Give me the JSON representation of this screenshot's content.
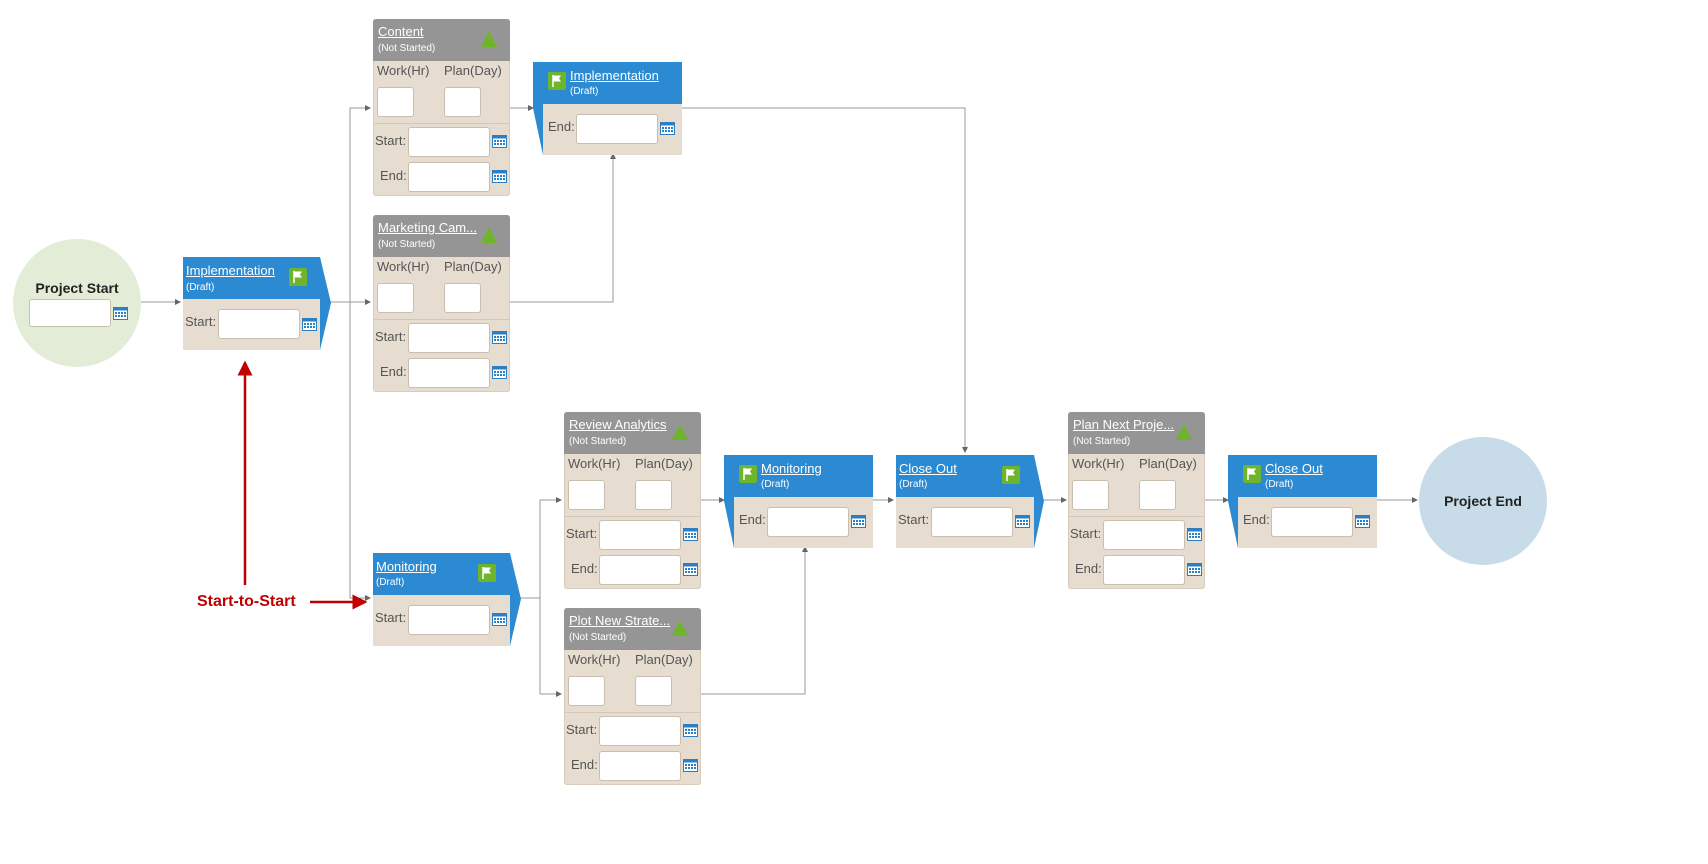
{
  "project_start": {
    "title": "Project Start"
  },
  "project_end": {
    "title": "Project End"
  },
  "labels": {
    "work": "Work(Hr)",
    "plan": "Plan(Day)",
    "start": "Start:",
    "end": "End:"
  },
  "annotation": {
    "text": "Start-to-Start"
  },
  "milestones": [
    {
      "title": "Implementation",
      "status": "(Draft)"
    },
    {
      "title": "Implementation",
      "status": "(Draft)"
    },
    {
      "title": "Monitoring",
      "status": "(Draft)"
    },
    {
      "title": "Monitoring",
      "status": "(Draft)"
    },
    {
      "title": "Close Out",
      "status": "(Draft)"
    },
    {
      "title": "Close Out",
      "status": "(Draft)"
    }
  ],
  "tasks": [
    {
      "title": "Content",
      "status": "(Not Started)"
    },
    {
      "title": "Marketing Cam...",
      "status": "(Not Started)"
    },
    {
      "title": "Review Analytics",
      "status": "(Not Started)"
    },
    {
      "title": "Plot New Strate...",
      "status": "(Not Started)"
    },
    {
      "title": "Plan Next Proje...",
      "status": "(Not Started)"
    }
  ],
  "colors": {
    "milestone_blue": "#2b8ad1",
    "task_header_gray": "#959595",
    "card_body": "#e6ddd0",
    "start_circle": "#e3ecd6",
    "end_circle": "#c7dbe8",
    "status_green": "#6fb52c",
    "annotation_red": "#c00000"
  },
  "icons": [
    "flag-icon",
    "status-triangle-icon",
    "calendar-icon",
    "arrow-icon"
  ]
}
